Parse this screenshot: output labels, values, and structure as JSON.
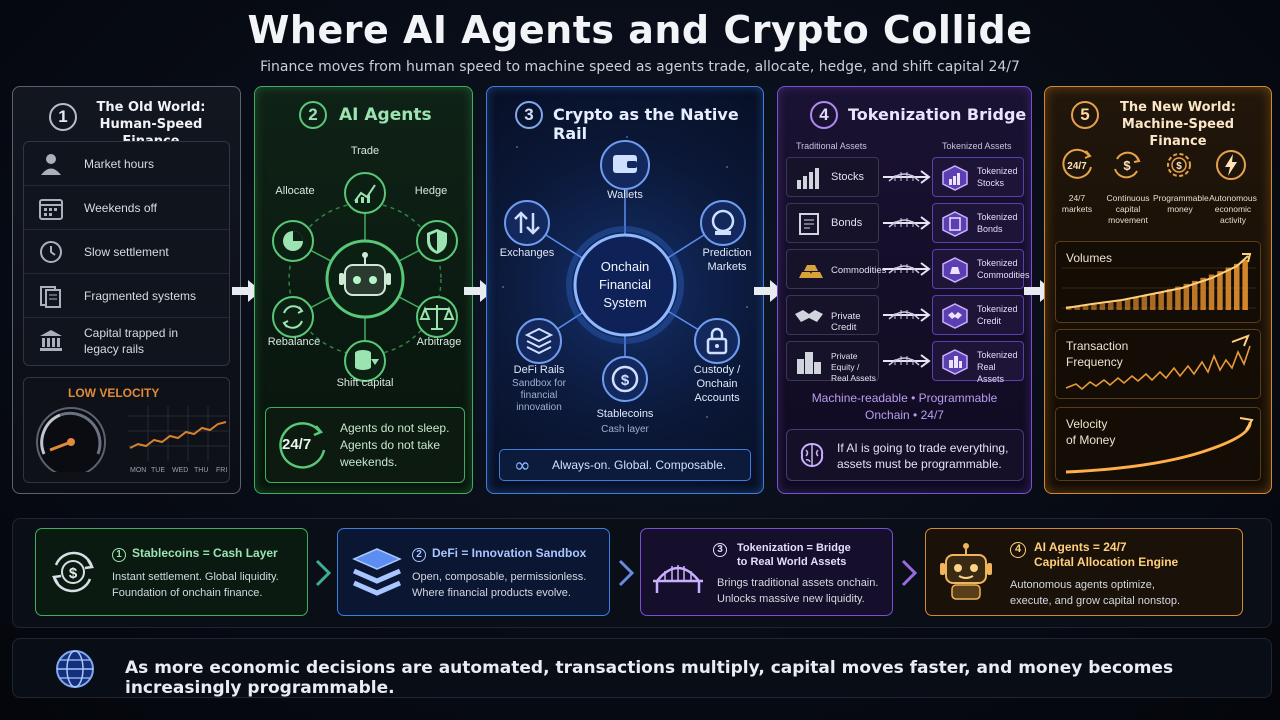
{
  "header": {
    "title": "Where AI Agents and Crypto Collide",
    "subtitle": "Finance moves from human speed to machine speed as agents trade, allocate, hedge, and shift capital 24/7"
  },
  "colors": {
    "old_world": "#5a6270",
    "agents_green": "#3fae5c",
    "crypto_blue": "#3e7de0",
    "tokenization_purple": "#7b4fd4",
    "new_world_orange": "#d48a2c"
  },
  "panel1": {
    "number": "1",
    "title_line1": "The Old World:",
    "title_line2": "Human-Speed Finance",
    "items": [
      {
        "icon": "person-icon",
        "label": "Market hours"
      },
      {
        "icon": "calendar-icon",
        "label": "Weekends off"
      },
      {
        "icon": "clock-icon",
        "label": "Slow settlement"
      },
      {
        "icon": "documents-icon",
        "label": "Fragmented systems"
      },
      {
        "icon": "bank-icon",
        "label_line1": "Capital trapped in",
        "label_line2": "legacy rails"
      }
    ],
    "velocity_label": "LOW VELOCITY",
    "days": [
      "MON",
      "TUE",
      "WED",
      "THU",
      "FRI"
    ]
  },
  "panel2": {
    "number": "2",
    "title": "AI Agents",
    "nodes": [
      "Trade",
      "Allocate",
      "Hedge",
      "Rebalance",
      "Arbitrage",
      "Shift capital"
    ],
    "badge": "24/7",
    "box_line1": "Agents do not sleep.",
    "box_line2": "Agents do not take",
    "box_line3": "weekends."
  },
  "panel3": {
    "number": "3",
    "title": "Crypto as the Native Rail",
    "center_line1": "Onchain",
    "center_line2": "Financial",
    "center_line3": "System",
    "wallets": "Wallets",
    "exchanges": "Exchanges",
    "prediction_line1": "Prediction",
    "prediction_line2": "Markets",
    "defi": "DeFi Rails",
    "defi_sub_line1": "Sandbox for",
    "defi_sub_line2": "financial",
    "defi_sub_line3": "innovation",
    "stablecoins": "Stablecoins",
    "stablecoins_sub": "Cash layer",
    "custody_line1": "Custody /",
    "custody_line2": "Onchain",
    "custody_line3": "Accounts",
    "bar": "Always-on. Global. Composable."
  },
  "panel4": {
    "number": "4",
    "title": "Tokenization Bridge",
    "left_header": "Traditional Assets",
    "right_header": "Tokenized Assets",
    "rows": [
      {
        "left": "Stocks",
        "right_line1": "Tokenized",
        "right_line2": "Stocks"
      },
      {
        "left": "Bonds",
        "right_line1": "Tokenized",
        "right_line2": "Bonds"
      },
      {
        "left": "Commodities",
        "right_line1": "Tokenized",
        "right_line2": "Commodities"
      },
      {
        "left": "Private Credit",
        "right_line1": "Tokenized",
        "right_line2": "Credit"
      },
      {
        "left_line1": "Private Equity /",
        "left_line2": "Real Assets",
        "right_line1": "Tokenized",
        "right_line2": "Real Assets"
      }
    ],
    "props_line1": "Machine-readable • Programmable",
    "props_line2": "Onchain • 24/7",
    "box_line1": "If AI is going to trade everything,",
    "box_line2": "assets must be programmable."
  },
  "panel5": {
    "number": "5",
    "title_line1": "The New World:",
    "title_line2": "Machine-Speed Finance",
    "features": [
      {
        "icon": "clock-247-icon",
        "icon_text": "24/7",
        "line1": "24/7",
        "line2": "markets",
        "line3": ""
      },
      {
        "icon": "dollar-cycle-icon",
        "icon_text": "$",
        "line1": "Continuous",
        "line2": "capital",
        "line3": "movement"
      },
      {
        "icon": "gear-dollar-icon",
        "icon_text": "$",
        "line1": "Programmable",
        "line2": "money",
        "line3": ""
      },
      {
        "icon": "lightning-icon",
        "icon_text": "",
        "line1": "Autonomous",
        "line2": "economic",
        "line3": "activity"
      }
    ],
    "chart1": "Volumes",
    "chart2_line1": "Transaction",
    "chart2_line2": "Frequency",
    "chart3_line1": "Velocity",
    "chart3_line2": "of Money"
  },
  "bottom": [
    {
      "num": "1",
      "title": "Stablecoins = Cash Layer",
      "line1": "Instant settlement. Global liquidity.",
      "line2": "Foundation of onchain finance."
    },
    {
      "num": "2",
      "title": "DeFi = Innovation Sandbox",
      "line1": "Open, composable, permissionless.",
      "line2": "Where financial products evolve."
    },
    {
      "num": "3",
      "title_line1": "Tokenization = Bridge",
      "title_line2": "to Real World Assets",
      "line1": "Brings traditional assets onchain.",
      "line2": "Unlocks massive new liquidity."
    },
    {
      "num": "4",
      "title_line1": "AI Agents = 24/7",
      "title_line2": "Capital Allocation Engine",
      "line1": "Autonomous agents optimize,",
      "line2": "execute, and grow capital nonstop."
    }
  ],
  "footer": "As more economic decisions are automated, transactions multiply, capital moves faster, and money becomes increasingly programmable."
}
